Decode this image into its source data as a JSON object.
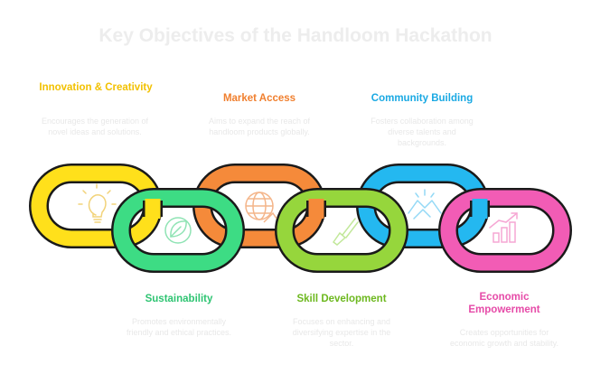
{
  "title": "Key Objectives of the Handloom Hackathon",
  "colors": {
    "yellow": "#FFE01B",
    "green": "#3DDC84",
    "orange": "#F58A3A",
    "lime": "#96D63C",
    "blue": "#24B8F0",
    "pink": "#F25CB5",
    "outline": "#1a1a1a"
  },
  "objectives": [
    {
      "heading": "Innovation & Creativity",
      "description": "Encourages the generation of novel ideas and solutions.",
      "icon": "lightbulb-icon",
      "color": "#F2C100"
    },
    {
      "heading": "Sustainability",
      "description": "Promotes environmentally friendly and ethical practices.",
      "icon": "leaf-icon",
      "color": "#2EC472"
    },
    {
      "heading": "Market Access",
      "description": "Aims to expand the reach of handloom products globally.",
      "icon": "globe-icon",
      "color": "#F07F2E"
    },
    {
      "heading": "Skill Development",
      "description": "Focuses on enhancing and diversifying expertise in the sector.",
      "icon": "brush-icon",
      "color": "#6DB81F"
    },
    {
      "heading": "Community Building",
      "description": "Fosters collaboration among diverse talents and backgrounds.",
      "icon": "handshake-icon",
      "color": "#1AA9E3"
    },
    {
      "heading": "Economic Empowerment",
      "description": "Creates opportunities for economic growth and stability.",
      "icon": "growth-chart-icon",
      "color": "#E64BA8"
    }
  ]
}
